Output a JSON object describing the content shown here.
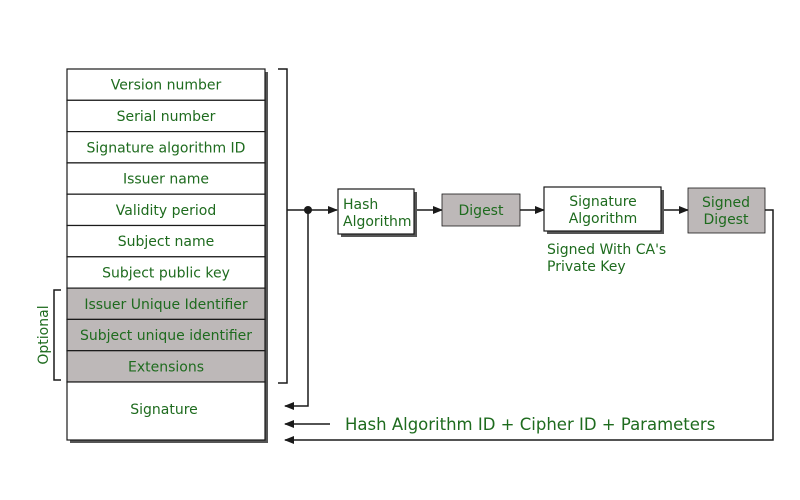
{
  "colors": {
    "text": "#1e6b1e",
    "line": "#1a1a1a",
    "shaded_fill": "#bdb8b8",
    "plain_fill": "#ffffff",
    "shadow": "#555555"
  },
  "certificate": {
    "fields": [
      {
        "label": "Version number",
        "shaded": false
      },
      {
        "label": "Serial number",
        "shaded": false
      },
      {
        "label": "Signature algorithm ID",
        "shaded": false
      },
      {
        "label": "Issuer name",
        "shaded": false
      },
      {
        "label": "Validity period",
        "shaded": false
      },
      {
        "label": "Subject name",
        "shaded": false
      },
      {
        "label": "Subject public key",
        "shaded": false
      },
      {
        "label": "Issuer Unique Identifier",
        "shaded": true
      },
      {
        "label": "Subject unique identifier",
        "shaded": true
      },
      {
        "label": "Extensions",
        "shaded": true
      }
    ],
    "signature_label": "Signature",
    "optional_label": "Optional"
  },
  "flow": {
    "hash_algorithm": [
      "Hash",
      "Algorithm"
    ],
    "digest": "Digest",
    "signature_algorithm": [
      "Signature",
      "Algorithm"
    ],
    "signed_digest": [
      "Signed",
      "Digest"
    ],
    "ca_caption": [
      "Signed With CA's",
      "Private Key"
    ],
    "bottom_label": "Hash Algorithm ID + Cipher ID + Parameters"
  }
}
